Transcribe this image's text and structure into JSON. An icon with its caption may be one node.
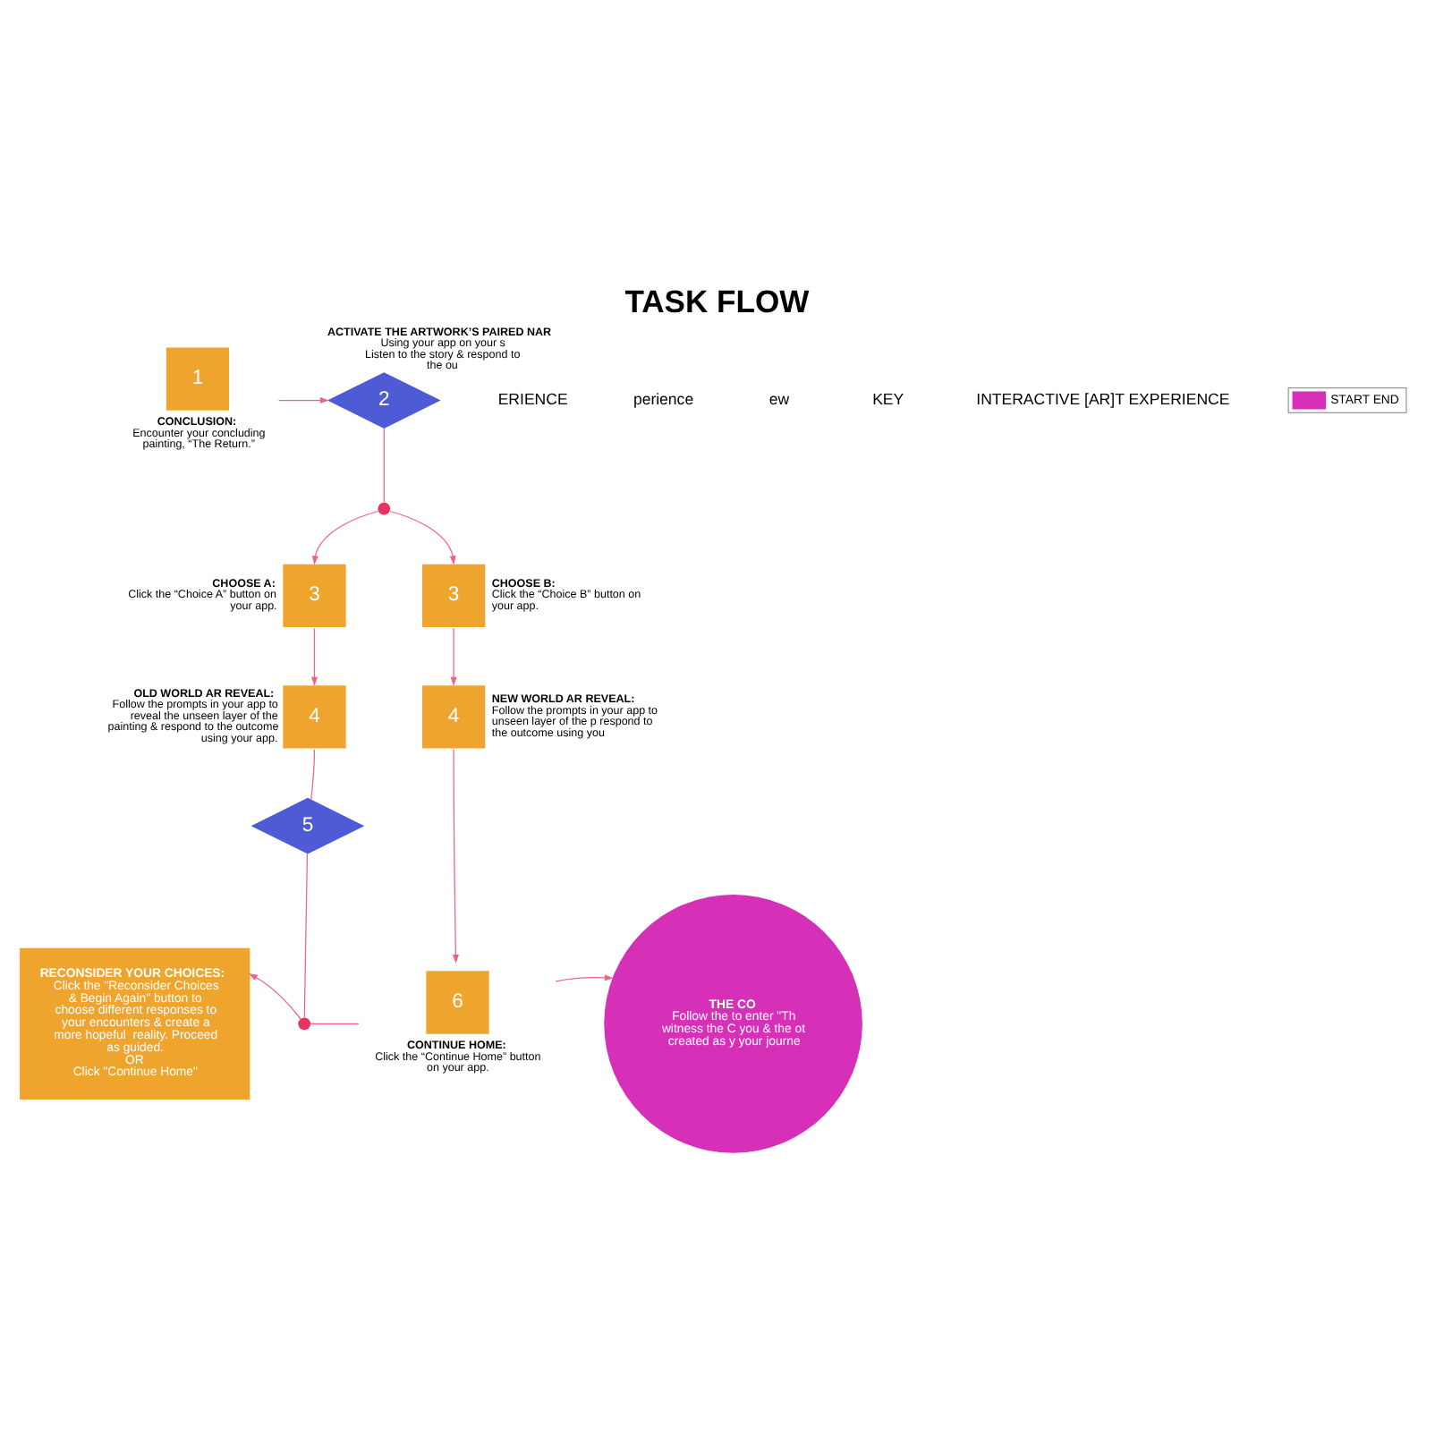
{
  "diagram": {
    "title": "TASK FLOW",
    "nodes": [
      {
        "text": [
          "1"
        ],
        "beside": [
          "CONCLUSION:",
          "Encounter your concluding painting, “The Return.”"
        ]
      },
      {
        "text": [
          "2"
        ],
        "beside": [
          "ACTIVATE THE ARTWORK’S PAIRED NAR",
          "Using your app on your s",
          "Listen to the story & respond to the ou"
        ]
      },
      {
        "text": [],
        "shape": "circle"
      },
      {
        "text": [
          "3"
        ],
        "beside": [
          "CHOOSE A:",
          "Click the “Choice A” button on your app."
        ]
      },
      {
        "text": [
          "3"
        ],
        "beside": [
          "CHOOSE B:",
          "Click the “Choice B” button on your app."
        ]
      },
      {
        "text": [
          "4"
        ],
        "beside": [
          "OLD WORLD AR REVEAL:",
          "Follow the prompts in your app to reveal the unseen layer of the painting & respond to the outcome using your app."
        ]
      },
      {
        "text": [
          "4"
        ],
        "beside": [
          "NEW WORLD AR REVEAL:",
          "Follow the prompts in your app to unseen layer of the p respond to the outcome using you"
        ]
      },
      {
        "text": [
          "5"
        ]
      },
      {
        "text": [],
        "shape": "circle"
      },
      {
        "text": [
          "6"
        ],
        "beside": [
          "CONTINUE HOME:",
          "Click the “Continue Home” button on your app."
        ]
      },
      {
        "text": [
          "RECONSIDER YOUR CHOICES:",
          "Click the \"Reconsider Choices & Begin Again\" button to choose different responses to your encounters & create a more hopeful  reality. Proceed as guided.",
          "OR",
          "Click \"Continue Home\""
        ]
      },
      {
        "text": [
          "THE CO",
          "Follow the to enter \"Th witness the C you & the ot created as y your journe"
        ]
      }
    ],
    "edges": [
      {
        "from": 0,
        "to": 1,
        "arrow": "to"
      },
      {
        "from": 1,
        "to": 2,
        "arrow": "none"
      },
      {
        "from": 2,
        "to": 3,
        "arrow": "to"
      },
      {
        "from": 2,
        "to": 4,
        "arrow": "to"
      },
      {
        "from": 3,
        "to": 5,
        "arrow": "to"
      },
      {
        "from": 4,
        "to": 6,
        "arrow": "to"
      },
      {
        "from": 5,
        "to": 7,
        "arrow": "none"
      },
      {
        "from": 7,
        "to": 8,
        "arrow": "none"
      },
      {
        "from": 6,
        "to": 9,
        "arrow": "to"
      },
      {
        "from": 9,
        "to": 8,
        "arrow": "none"
      },
      {
        "from": 8,
        "to": 10,
        "arrow": "to"
      },
      {
        "from": 9,
        "to": 11,
        "arrow": "to"
      }
    ],
    "labels": [
      "ERIENCE",
      "perience",
      "ew",
      "KEY",
      "INTERACTIVE [AR]T EXPERIENCE"
    ],
    "legend": [
      {
        "text": "START END",
        "color": "#d62fb8"
      }
    ]
  }
}
